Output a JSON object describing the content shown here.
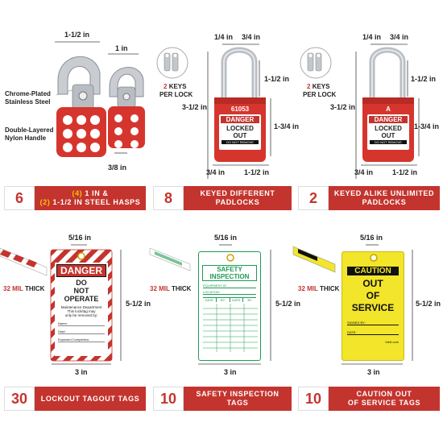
{
  "hasps": {
    "dim_top_wide": "1-1/2 in",
    "dim_top_small": "1 in",
    "dim_bottom": "3/8 in",
    "label_steel": "Chrome-Plated Stainless Steel",
    "label_steel_1": "Chrome-Plated",
    "label_steel_2": "Stainless Steel",
    "label_handle_1": "Double-Layered",
    "label_handle_2": "Nylon Handle",
    "banner_num": "6",
    "banner_line1_count": "(4)",
    "banner_line1_text": " 1 IN &",
    "banner_line2_count": "(2)",
    "banner_line2_text": " 1-1/2 IN STEEL HASPS"
  },
  "keyed_different": {
    "keys_count": "2",
    "keys_label_1": "KEYS",
    "keys_label_2": "PER LOCK",
    "dim_top_left": "1/4 in",
    "dim_top_right": "3/4 in",
    "dim_shackle": "1-1/2 in",
    "dim_height": "3-1/2 in",
    "dim_body": "1-3/4 in",
    "dim_bottom_left": "3/4 in",
    "dim_bottom_right": "1-1/2 in",
    "lock_code": "61053",
    "lock_danger": "DANGER",
    "lock_locked_1": "LOCKED",
    "lock_locked_2": "OUT",
    "lock_donot": "DO NOT REMOVE",
    "banner_num": "8",
    "banner_text_1": "KEYED DIFFERENT",
    "banner_text_2": "PADLOCKS"
  },
  "keyed_alike": {
    "keys_count": "2",
    "keys_label_1": "KEYS",
    "keys_label_2": "PER LOCK",
    "dim_top_left": "1/4 in",
    "dim_top_right": "3/4 in",
    "dim_shackle": "1-1/2 in",
    "dim_height": "3-1/2 in",
    "dim_body": "1-3/4 in",
    "dim_bottom_left": "3/4 in",
    "dim_bottom_right": "1-1/2 in",
    "lock_code": "A",
    "lock_danger": "DANGER",
    "lock_locked_1": "LOCKED",
    "lock_locked_2": "OUT",
    "lock_donot": "DO NOT REMOVE",
    "banner_num": "2",
    "banner_text_1": "KEYED ALIKE UNLIMITED",
    "banner_text_2": "PADLOCKS"
  },
  "lockout_tag": {
    "dim_top": "5/16 in",
    "dim_side": "5-1/2 in",
    "dim_bottom": "3 in",
    "mil_count": "32 MIL",
    "mil_label": " THICK",
    "tag_danger": "DANGER",
    "tag_line1": "DO",
    "tag_line2": "NOT",
    "tag_line3": "OPERATE",
    "tag_dept": "Maintenance Department",
    "tag_info1": "This lock/tag may",
    "tag_info2": "only be removed by:",
    "tag_name": "Name:",
    "tag_dept_field": "Dept:",
    "tag_expected": "Expected Completion:",
    "banner_num": "30",
    "banner_text": "LOCKOUT TAGOUT TAGS"
  },
  "inspection_tag": {
    "dim_top": "5/16 in",
    "dim_side": "5-1/2 in",
    "dim_bottom": "3 in",
    "mil_count": "32 MIL",
    "mil_label": " THICK",
    "tag_title_1": "SAFETY",
    "tag_title_2": "INSPECTION",
    "tag_equipment": "EQUIPMENT ID:",
    "tag_location": "LOCATION:",
    "col1": "DATE",
    "col2": "BY",
    "col3": "DATE",
    "col4": "BY",
    "banner_num": "10",
    "banner_text": "SAFETY INSPECTION TAGS"
  },
  "caution_tag": {
    "dim_top": "5/16 in",
    "dim_side": "5-1/2 in",
    "dim_bottom": "3 in",
    "mil_count": "32 MIL",
    "mil_label": " THICK",
    "tag_caution": "CAUTION",
    "tag_line1": "OUT",
    "tag_line2": "OF",
    "tag_line3": "SERVICE",
    "tag_signed": "SIGNED BY:",
    "tag_date": "DATE:",
    "tag_brand": "trdsf.com",
    "banner_num": "10",
    "banner_text_1": "CAUTION OUT",
    "banner_text_2": "OF SERVICE TAGS"
  },
  "colors": {
    "brand_red": "#c4342e",
    "accent_yellow": "#f5c400",
    "inspection_green": "#1f9a55",
    "caution_yellow": "#f2e52a"
  }
}
